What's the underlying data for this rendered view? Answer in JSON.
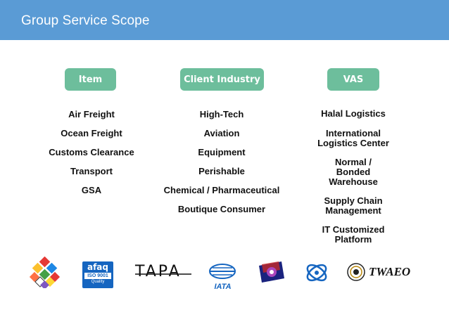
{
  "header": {
    "title": "Group Service Scope"
  },
  "columns": [
    {
      "header": "Item",
      "items": [
        "Air Freight",
        "Ocean Freight",
        "Customs Clearance",
        "Transport",
        "GSA"
      ]
    },
    {
      "header": "Client Industry",
      "items": [
        "High-Tech",
        "Aviation",
        "Equipment",
        "Perishable",
        "Chemical / Pharmaceutical",
        "Boutique Consumer"
      ]
    },
    {
      "header": "VAS",
      "items": [
        "Halal Logistics",
        "International Logistics Center",
        "Normal / Bonded Warehouse",
        "Supply Chain Management",
        "IT Customized Platform"
      ]
    }
  ],
  "logos": {
    "afaq": "afaq",
    "iso": "ISO 9001",
    "quality": "Quality",
    "tapa": "TAPA",
    "iata": "IATA",
    "twaeo_tw": "TW",
    "twaeo_aeo": "AEO"
  },
  "colors": {
    "header_bg": "#5a9bd5",
    "pill_bg": "#6dbe9c",
    "text": "#111111"
  }
}
